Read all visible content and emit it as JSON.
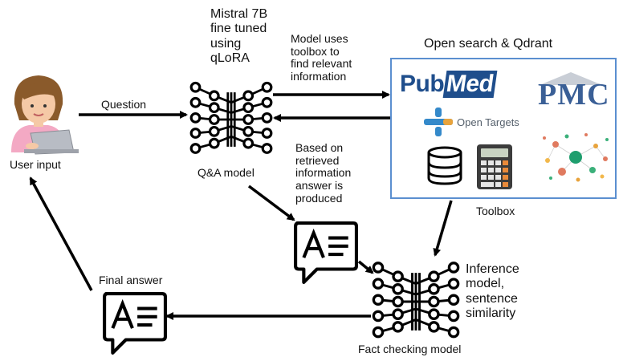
{
  "labels": {
    "llm": [
      "Mistral 7B",
      "fine tuned",
      "using",
      "qLoRA"
    ],
    "toolbox_call": [
      "Model uses",
      "toolbox to",
      "find relevant",
      "information"
    ],
    "search_title": "Open search & Qdrant",
    "question": "Question",
    "user_input": "User input",
    "qa_model": "Q&A model",
    "answer_produced": [
      "Based on",
      "retrieved",
      "information",
      "answer is",
      "produced"
    ],
    "toolbox": "Toolbox",
    "inference": [
      "Inference",
      "model,",
      "sentence",
      "similarity"
    ],
    "final_answer": "Final answer",
    "fact_check_model": "Fact checking model"
  },
  "logos": {
    "pubmed": [
      "Pub",
      "Med"
    ],
    "open_targets": "Open Targets",
    "pmc": "PMC"
  },
  "colors": {
    "box_border": "#5b8fd0",
    "pubmed_blue": "#1f4e8c",
    "pmc_blue": "#3a5f96",
    "ot_blue": "#3489ca",
    "ot_orange": "#e8a33c",
    "skin": "#f5c9a6",
    "hair": "#8a5a2b",
    "shirt": "#f3a9c4"
  },
  "icons": [
    "user-avatar-icon",
    "neural-network-icon",
    "document-icon",
    "database-icon",
    "calculator-icon",
    "network-graph-icon",
    "open-targets-icon"
  ]
}
